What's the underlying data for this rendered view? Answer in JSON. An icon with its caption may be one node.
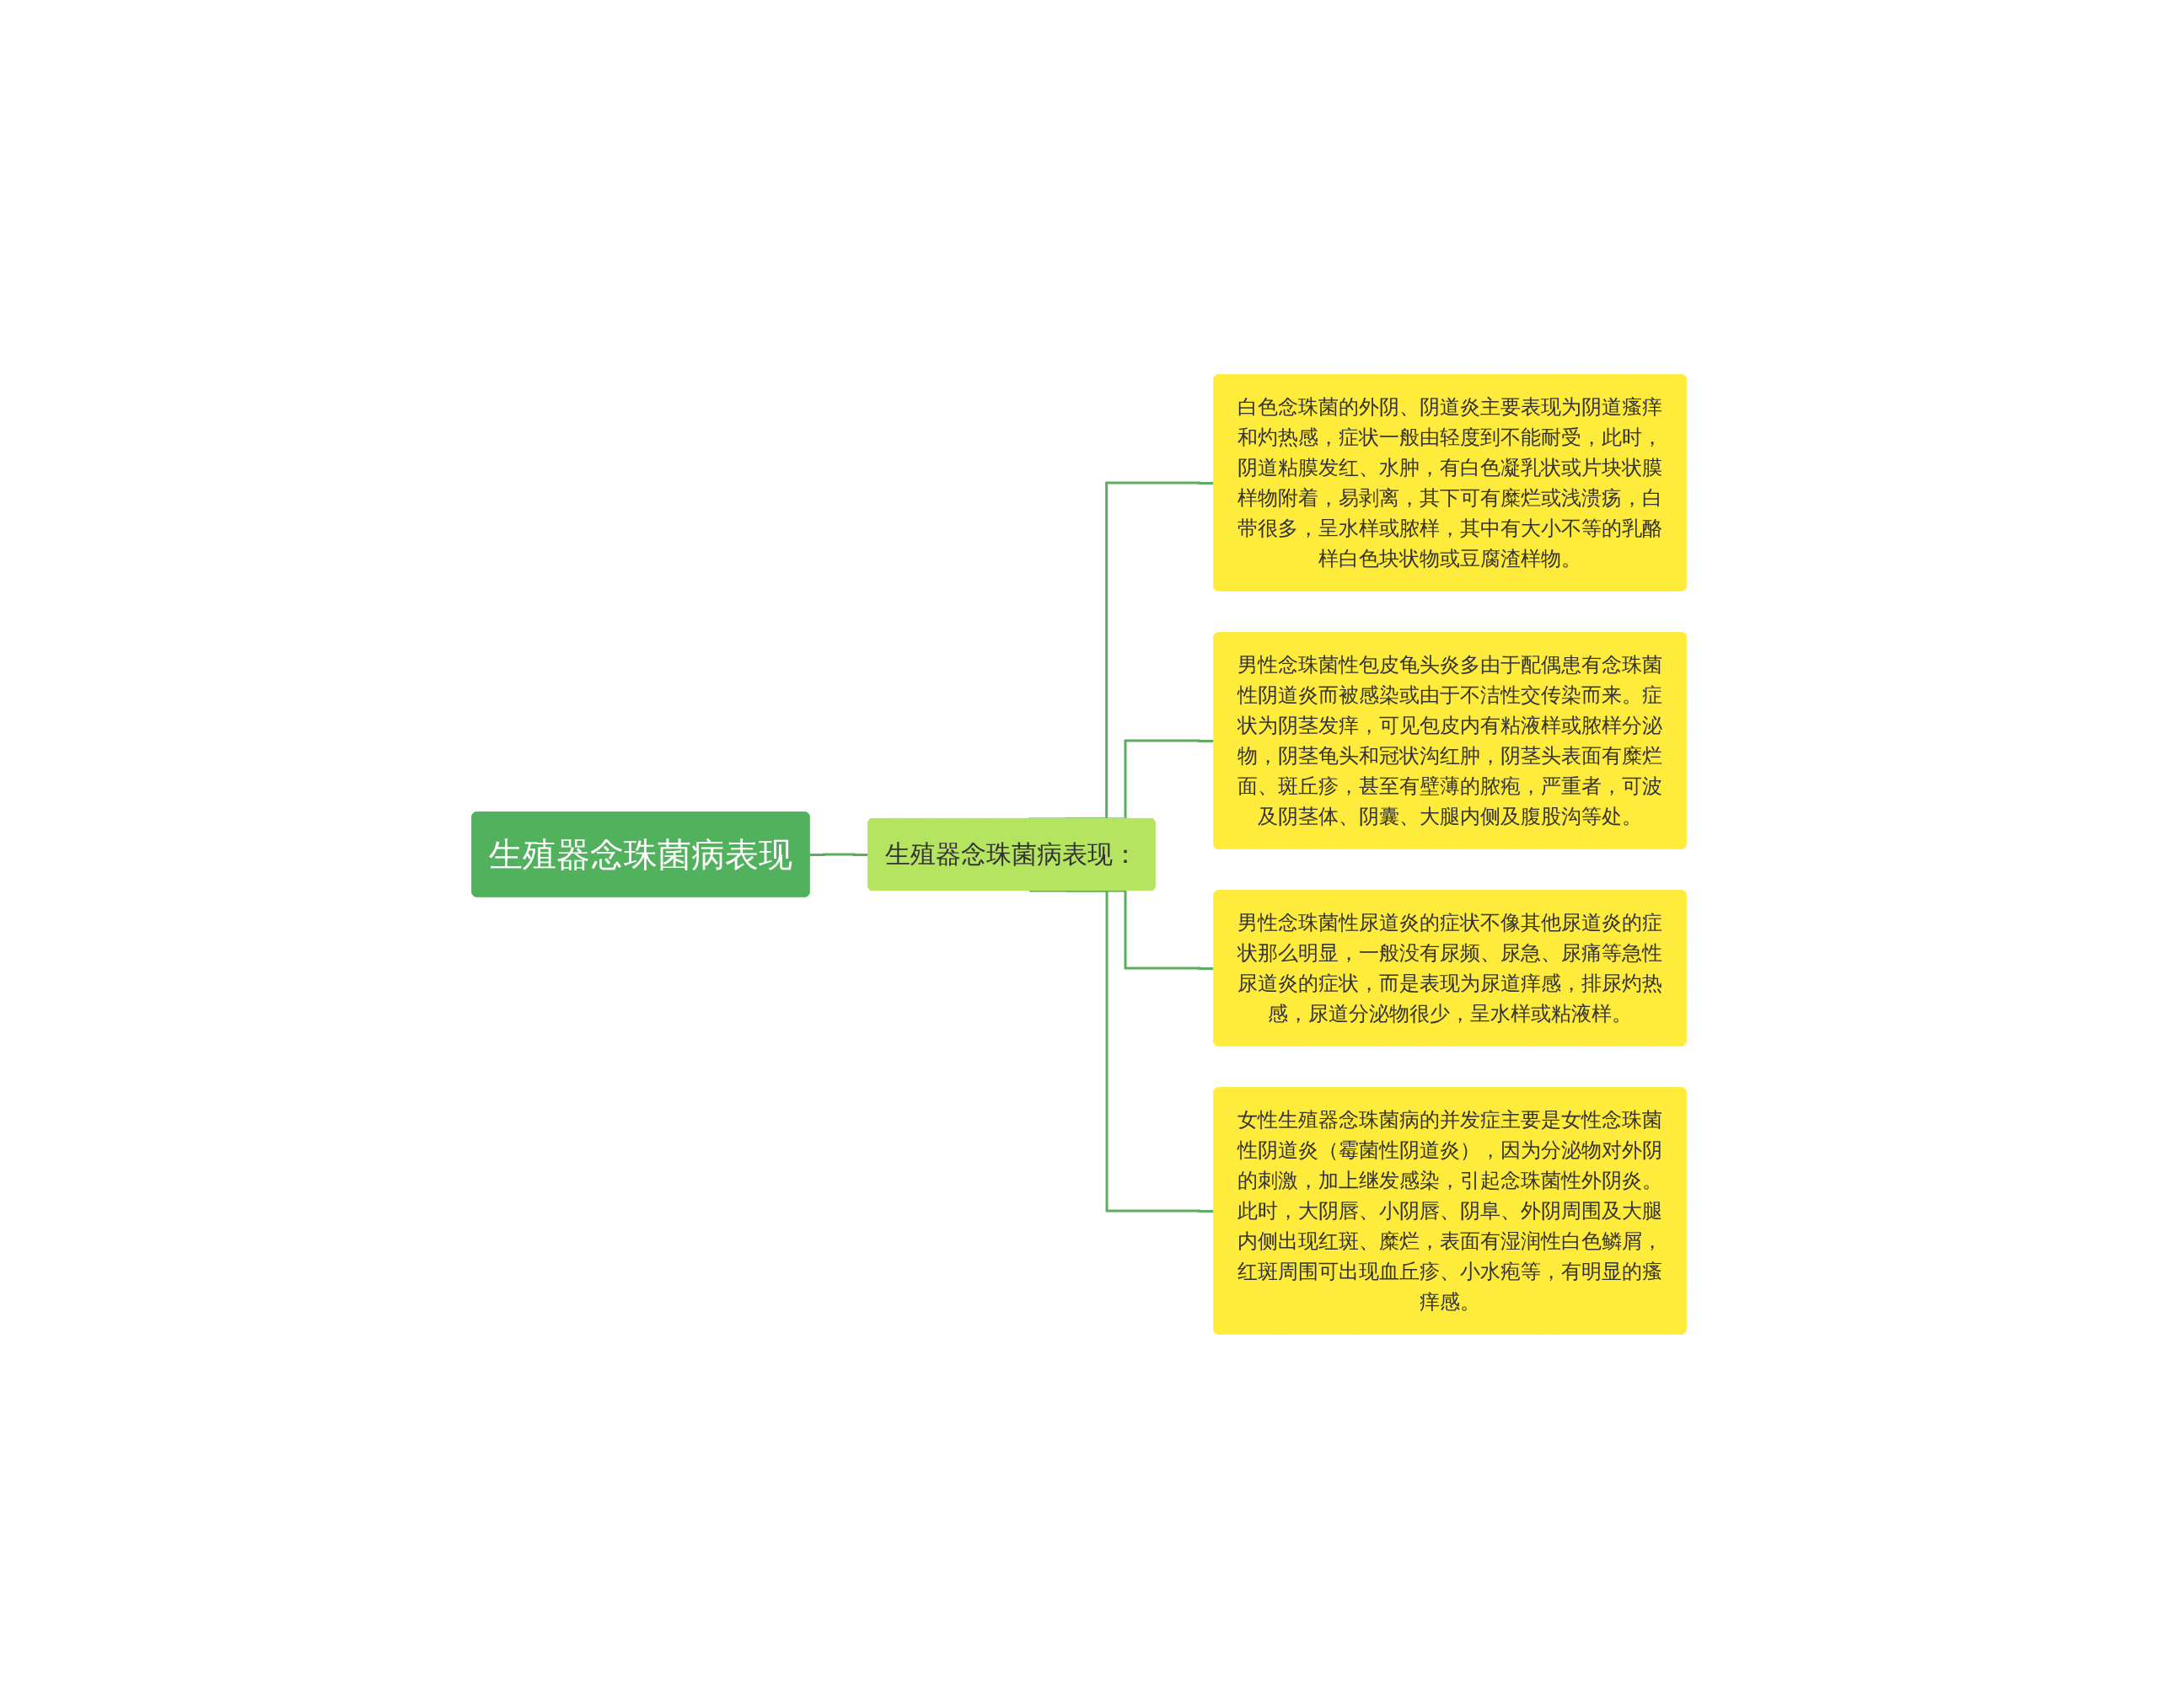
{
  "diagram": {
    "nodes": [
      {
        "text": [
          "生殖器念珠菌病表现"
        ]
      },
      {
        "text": [
          "生殖器念珠菌病表现："
        ]
      },
      {
        "text": [
          "白色念珠菌的外阴、阴道炎主要表现为阴道瘙痒和灼热感，症状一般由轻度到不能耐受，此时，阴道粘膜发红、水肿，有白色凝乳状或片块状膜样物附着，易剥离，其下可有糜烂或浅溃疡，白带很多，呈水样或脓样，其中有大小不等的乳酪样白色块状物或豆腐渣样物。"
        ]
      },
      {
        "text": [
          "男性念珠菌性包皮龟头炎多由于配偶患有念珠菌性阴道炎而被感染或由于不洁性交传染而来。症状为阴茎发痒，可见包皮内有粘液样或脓样分泌物，阴茎龟头和冠状沟红肿，阴茎头表面有糜烂面、斑丘疹，甚至有壁薄的脓疱，严重者，可波及阴茎体、阴囊、大腿内侧及腹股沟等处。"
        ]
      },
      {
        "text": [
          "男性念珠菌性尿道炎的症状不像其他尿道炎的症状那么明显，一般没有尿频、尿急、尿痛等急性尿道炎的症状，而是表现为尿道痒感，排尿灼热感，尿道分泌物很少，呈水样或粘液样。"
        ]
      },
      {
        "text": [
          "女性生殖器念珠菌病的并发症主要是女性念珠菌性阴道炎（霉菌性阴道炎），因为分泌物对外阴的刺激，加上继发感染，引起念珠菌性外阴炎。此时，大阴唇、小阴唇、阴阜、外阴周围及大腿内侧出现红斑、糜烂，表面有湿润性白色鳞屑，红斑周围可出现血丘疹、小水疱等，有明显的瘙痒感。"
        ]
      }
    ],
    "edges": [
      {
        "from": 0,
        "to": 1,
        "arrow": "none"
      },
      {
        "from": 1,
        "to": 2,
        "arrow": "none"
      },
      {
        "from": 1,
        "to": 3,
        "arrow": "none"
      },
      {
        "from": 1,
        "to": 4,
        "arrow": "none"
      },
      {
        "from": 1,
        "to": 5,
        "arrow": "none"
      }
    ]
  }
}
